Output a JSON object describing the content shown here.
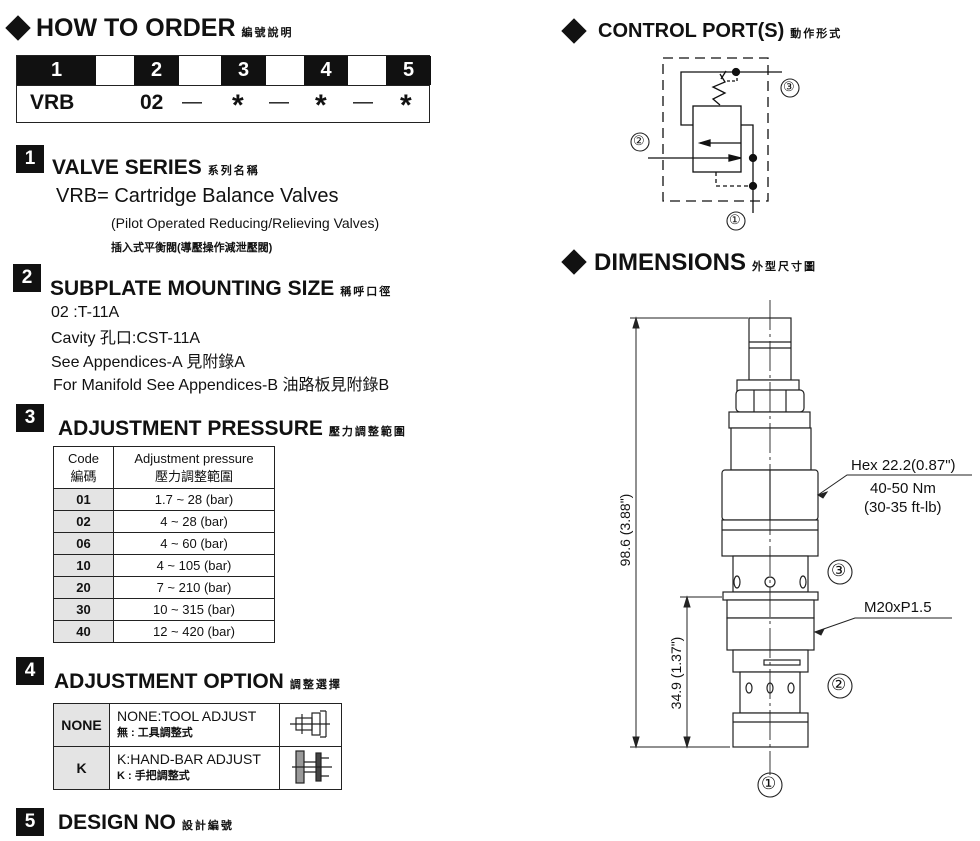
{
  "how_to_order": {
    "title": "HOW TO  ORDER",
    "title_cn": "編號說明",
    "positions": [
      "1",
      "2",
      "3",
      "4",
      "5"
    ],
    "values": [
      "VRB",
      "02",
      "—",
      "*",
      "—",
      "*",
      "—",
      "*"
    ]
  },
  "sec1": {
    "num": "1",
    "title": "VALVE SERIES",
    "title_cn": "系列名稱",
    "line1": "VRB= Cartridge Balance Valves",
    "line2": "(Pilot Operated Reducing/Relieving Valves)",
    "line3": "插入式平衡閥(導壓操作減泄壓閥)"
  },
  "sec2": {
    "num": "2",
    "title": "SUBPLATE MOUNTING SIZE",
    "title_cn": "稱呼口徑",
    "lines": [
      "02 :T-11A",
      "Cavity 孔口:CST-11A",
      "See Appendices-A  見附錄A",
      "For Manifold See Appendices-B  油路板見附錄B"
    ]
  },
  "sec3": {
    "num": "3",
    "title": "ADJUSTMENT PRESSURE",
    "title_cn": "壓力調整範圍",
    "header": {
      "code": "Code",
      "code_cn": "編碼",
      "range": "Adjustment pressure",
      "range_cn": "壓力調整範圍"
    },
    "rows": [
      {
        "code": "01",
        "range": "1.7 ~ 28 (bar)"
      },
      {
        "code": "02",
        "range": "4 ~ 28 (bar)"
      },
      {
        "code": "06",
        "range": "4 ~ 60 (bar)"
      },
      {
        "code": "10",
        "range": "4 ~ 105 (bar)"
      },
      {
        "code": "20",
        "range": "7 ~ 210 (bar)"
      },
      {
        "code": "30",
        "range": "10 ~ 315 (bar)"
      },
      {
        "code": "40",
        "range": "12 ~ 420 (bar)"
      }
    ]
  },
  "sec4": {
    "num": "4",
    "title": "ADJUSTMENT OPTION",
    "title_cn": "調整選擇",
    "rows": [
      {
        "code": "NONE",
        "desc": "NONE:TOOL ADJUST",
        "desc_cn": "無 : 工具調整式",
        "icon": "tool-adjust-icon"
      },
      {
        "code": "K",
        "desc": "K:HAND-BAR ADJUST",
        "desc_cn": "K  : 手把調整式",
        "icon": "hand-bar-icon"
      }
    ]
  },
  "sec5": {
    "num": "5",
    "title": "DESIGN NO",
    "title_cn": "設計編號"
  },
  "control": {
    "title": "CONTROL PORT(S)",
    "title_cn": "動作形式",
    "port1": "①",
    "port2": "②",
    "port3": "③"
  },
  "dims": {
    "title": "DIMENSIONS",
    "title_cn": "外型尺寸圖",
    "overall": "98.6 (3.88\")",
    "lower": "34.9 (1.37\")",
    "hex": "Hex 22.2(0.87\")",
    "torque": "40-50 Nm",
    "torque_ft": "(30-35 ft-lb)",
    "thread": "M20xP1.5",
    "port1": "①",
    "port2": "②",
    "port3": "③"
  }
}
